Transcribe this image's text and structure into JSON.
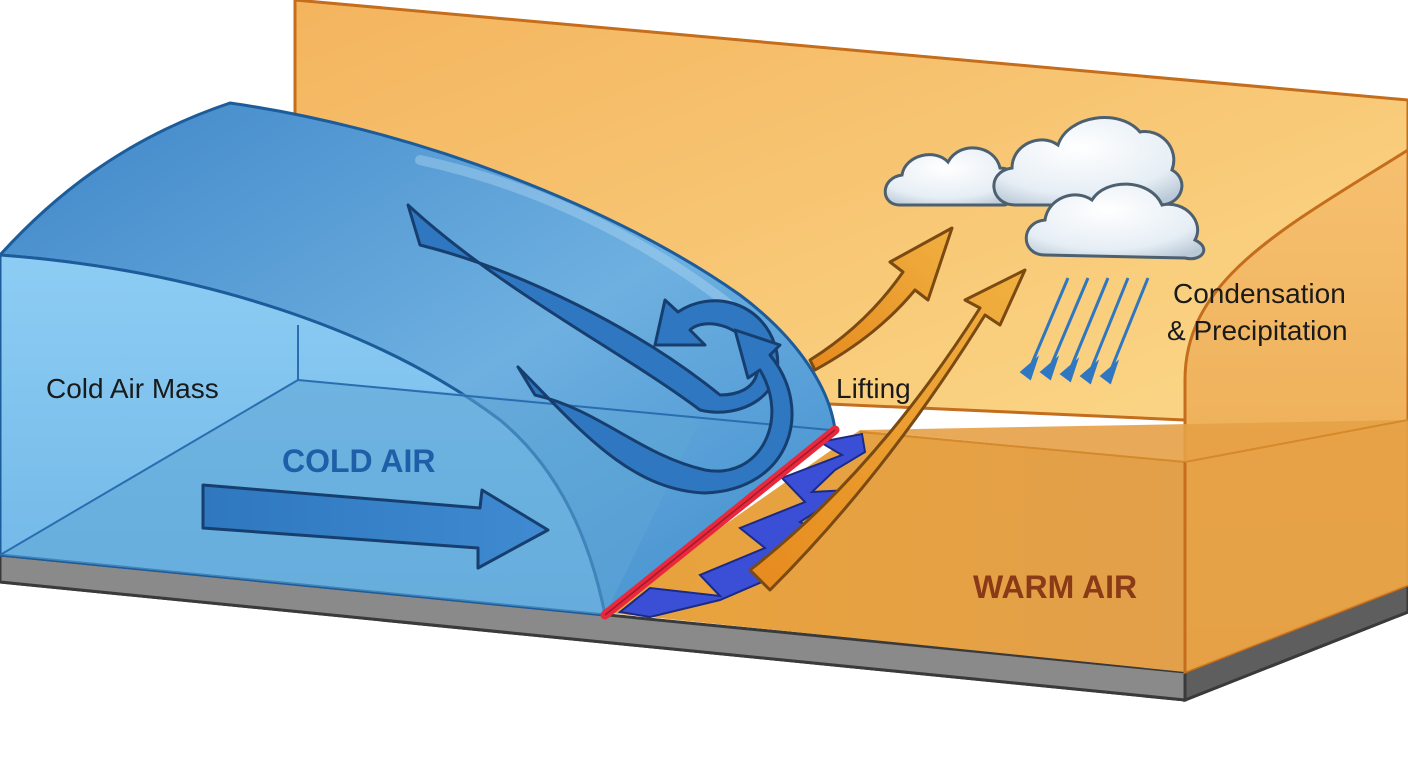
{
  "labels": {
    "cold_air_mass": "Cold Air Mass",
    "cold_air": "COLD AIR",
    "lifting": "Lifting",
    "condensation_line1": "Condensation",
    "condensation_line2": "& Precipitation",
    "warm_air": "WARM AIR"
  },
  "colors": {
    "cold_air_label": "#1f5fa8",
    "warm_air_label": "#8a3a16",
    "cold_front_line": "#e8283c",
    "cold_front_triangles": "#3a4fd6",
    "warm_box": "#f3b765",
    "cold_box": "#4b98d4",
    "ground": "#7d7d7d"
  },
  "icons": [
    "cloud-icon",
    "cold-air-arrow-icon",
    "warm-air-arrow-icon",
    "rain-streak-icon"
  ]
}
